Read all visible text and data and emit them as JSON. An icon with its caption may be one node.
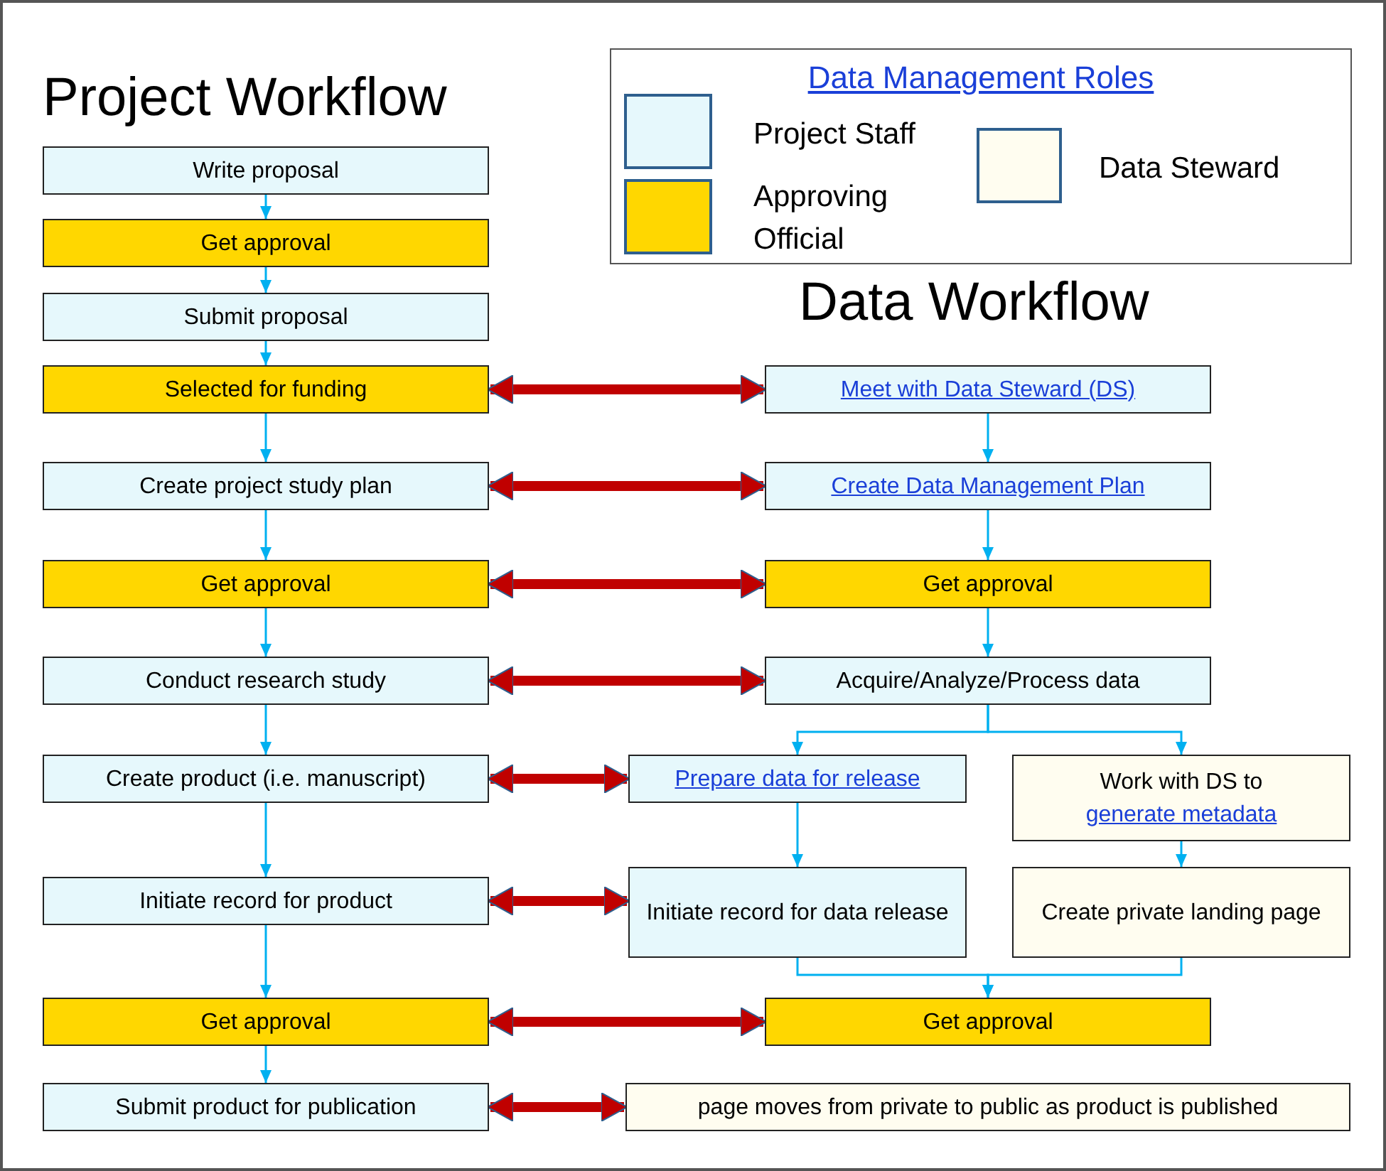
{
  "diagram": {
    "title": "Project Workflow",
    "nodes": [
      {
        "text": [
          "Write proposal"
        ]
      },
      {
        "text": [
          "Get approval"
        ]
      },
      {
        "text": [
          "Submit proposal"
        ]
      },
      {
        "text": [
          "Selected for funding"
        ]
      },
      {
        "text": [
          "Create project study plan"
        ]
      },
      {
        "text": [
          "Get approval"
        ]
      },
      {
        "text": [
          "Conduct research study"
        ]
      },
      {
        "text": [
          "Create product (i.e. manuscript)"
        ]
      },
      {
        "text": [
          "Initiate record for product"
        ]
      },
      {
        "text": [
          "Get approval"
        ]
      },
      {
        "text": [
          "Submit product for publication"
        ]
      },
      {
        "text": [
          "Meet with Data Steward (DS)"
        ]
      },
      {
        "text": [
          "Create Data Management Plan"
        ]
      },
      {
        "text": [
          "Get approval"
        ]
      },
      {
        "text": [
          "Acquire/Analyze/Process data"
        ]
      },
      {
        "text": [
          "Prepare data for release"
        ]
      },
      {
        "text": [
          "Work with DS to generate metadata"
        ]
      },
      {
        "text": [
          "Initiate record for data release"
        ]
      },
      {
        "text": [
          "Create private landing page"
        ]
      },
      {
        "text": [
          "Get approval"
        ]
      },
      {
        "text": [
          "page moves from private to public as product is published"
        ]
      }
    ],
    "edges": [
      {
        "from": 0,
        "to": 1,
        "arrow": "to"
      },
      {
        "from": 1,
        "to": 2,
        "arrow": "to"
      },
      {
        "from": 2,
        "to": 3,
        "arrow": "to"
      },
      {
        "from": 3,
        "to": 4,
        "arrow": "to"
      },
      {
        "from": 4,
        "to": 5,
        "arrow": "to"
      },
      {
        "from": 5,
        "to": 6,
        "arrow": "to"
      },
      {
        "from": 6,
        "to": 7,
        "arrow": "to"
      },
      {
        "from": 7,
        "to": 8,
        "arrow": "to"
      },
      {
        "from": 8,
        "to": 9,
        "arrow": "to"
      },
      {
        "from": 9,
        "to": 10,
        "arrow": "to"
      },
      {
        "from": 11,
        "to": 12,
        "arrow": "to"
      },
      {
        "from": 12,
        "to": 13,
        "arrow": "to"
      },
      {
        "from": 13,
        "to": 14,
        "arrow": "to"
      },
      {
        "from": 14,
        "to": 15,
        "arrow": "to"
      },
      {
        "from": 14,
        "to": 16,
        "arrow": "to"
      },
      {
        "from": 16,
        "to": 18,
        "arrow": "to"
      },
      {
        "from": 15,
        "to": 17,
        "arrow": "to"
      },
      {
        "from": 17,
        "to": 19,
        "arrow": "to"
      },
      {
        "from": 18,
        "to": 19,
        "arrow": "to"
      },
      {
        "from": 3,
        "to": 11,
        "arrow": "both",
        "style": "thick",
        "color": "#c00000"
      },
      {
        "from": 4,
        "to": 12,
        "arrow": "both",
        "style": "thick",
        "color": "#c00000"
      },
      {
        "from": 5,
        "to": 13,
        "arrow": "both",
        "style": "thick",
        "color": "#c00000"
      },
      {
        "from": 6,
        "to": 14,
        "arrow": "both",
        "style": "thick",
        "color": "#c00000"
      },
      {
        "from": 7,
        "to": 15,
        "arrow": "both",
        "style": "thick",
        "color": "#c00000"
      },
      {
        "from": 8,
        "to": 17,
        "arrow": "both",
        "style": "thick",
        "color": "#c00000"
      },
      {
        "from": 9,
        "to": 19,
        "arrow": "both",
        "style": "thick",
        "color": "#c00000"
      },
      {
        "from": 10,
        "to": 20,
        "arrow": "both",
        "style": "thick",
        "color": "#c00000"
      }
    ],
    "labels": [
      "Data Management Roles",
      "Data Workflow"
    ],
    "legend": [
      {
        "text": "Project Staff",
        "color": "#e6f8fc"
      },
      {
        "text": "Approving Official",
        "color": "#ffd700"
      },
      {
        "text": "Data Steward",
        "color": "#fffdf0"
      }
    ]
  }
}
